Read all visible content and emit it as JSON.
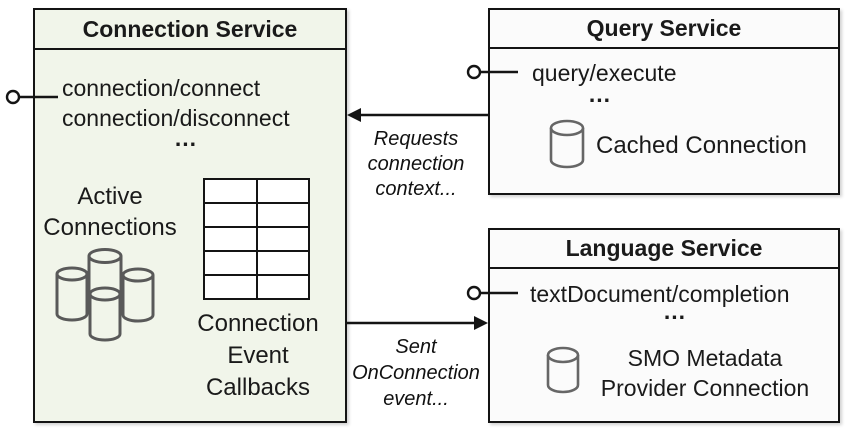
{
  "diagram": {
    "connection_service": {
      "title": "Connection Service",
      "methods": [
        "connection/connect",
        "connection/disconnect"
      ],
      "ellipsis": "...",
      "active_connections_label": "Active Connections",
      "callbacks_label": "Connection Event Callbacks",
      "icons": [
        "connection-cluster-cylinders",
        "callback-table-grid",
        "lollipop-interface"
      ]
    },
    "query_service": {
      "title": "Query Service",
      "methods": [
        "query/execute"
      ],
      "ellipsis": "...",
      "cached_connection_label": "Cached Connection",
      "icons": [
        "database-cylinder",
        "lollipop-interface"
      ]
    },
    "language_service": {
      "title": "Language Service",
      "methods": [
        "textDocument/completion"
      ],
      "ellipsis": "...",
      "smo_label": "SMO Metadata Provider Connection",
      "icons": [
        "database-cylinder",
        "lollipop-interface"
      ]
    },
    "arrows": [
      {
        "label": "Requests connection context...",
        "from": "Query Service",
        "to": "Connection Service"
      },
      {
        "label": "Sent OnConnection event...",
        "from": "Connection Service",
        "to": "Language Service"
      }
    ],
    "colors": {
      "connection_box_fill": "#f1f5ea",
      "service_box_fill": "#fbfbfb",
      "border": "#141414",
      "cylinder_stroke": "#595959",
      "text": "#1a1a1a"
    }
  }
}
